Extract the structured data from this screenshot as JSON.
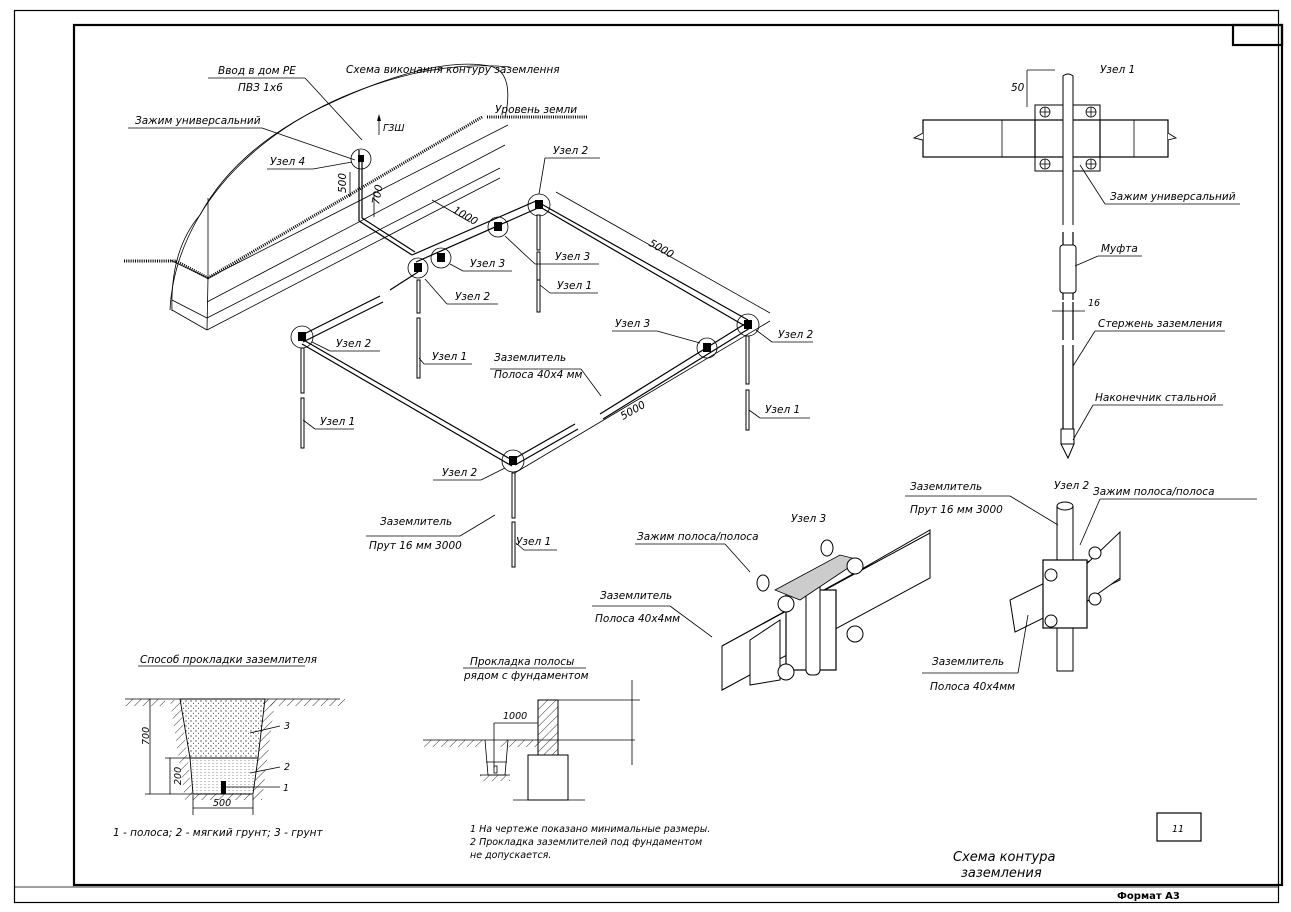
{
  "sheet": {
    "format_label": "Формат А3",
    "page_number": "11",
    "title_block": [
      "Схема контура",
      "заземления"
    ]
  },
  "main_scheme": {
    "title": "Схема виконання контуру заземлення",
    "ground_level": "Уровень земли",
    "entry": [
      "Ввод в дом РЕ",
      "ПВЗ 1х6"
    ],
    "clamp_universal": "Зажим универсальний",
    "gzsh": "ГЗШ",
    "node4": "Узел 4",
    "dim_500": "500",
    "dim_700": "700",
    "dim_1000": "1000",
    "dim_5000_a": "5000",
    "dim_5000_b": "5000",
    "nodes": {
      "u2_top": "Узел 2",
      "u3_top": "Узел 3",
      "u1_top": "Узел 1",
      "u3_mid": "Узел 3",
      "u2_mid": "Узел 2",
      "u2_left": "Узел 2",
      "u1_mid": "Узел 1",
      "u1_left": "Узел 1",
      "u3_right": "Узел 3",
      "u2_right": "Узел 2",
      "u1_right": "Узел 1",
      "u2_bottom": "Узел 2",
      "u1_bottom": "Узел 1"
    },
    "strip_label": [
      "Заземлитель",
      "Полоса 40х4 мм"
    ],
    "rod_label": [
      "Заземлитель",
      "Прут 16 мм 3000"
    ]
  },
  "node1_detail": {
    "title": "Узел 1",
    "dim_50": "50",
    "dim_16": "16",
    "clamp": "Зажим универсальний",
    "coupling": "Муфта",
    "rod": "Стержень заземления",
    "tip": "Наконечник стальной"
  },
  "node3_detail": {
    "title": "Узел 3",
    "clamp": "Зажим полоса/полоса",
    "strip": [
      "Заземлитель",
      "Полоса 40х4мм"
    ]
  },
  "node2_detail": {
    "title": "Узел 2",
    "rod": [
      "Заземлитель",
      "Прут 16 мм 3000"
    ],
    "clamp": "Зажим полоса/полоса",
    "strip": [
      "Заземлитель",
      "Полоса 40х4мм"
    ]
  },
  "trench_detail": {
    "title": "Способ прокладки заземлителя",
    "dim_700": "700",
    "dim_200": "200",
    "dim_500": "500",
    "marks": [
      "1",
      "2",
      "3"
    ],
    "legend": "1 - полоса; 2 - мягкий грунт; 3 - грунт"
  },
  "foundation_detail": {
    "title": [
      "Прокладка полосы",
      "рядом с фундаментом"
    ],
    "dim_1000": "1000",
    "notes": [
      "1 На чертеже показано минимальные размеры.",
      "2 Прокладка заземлителей под фундаментом",
      "не допускается."
    ]
  }
}
